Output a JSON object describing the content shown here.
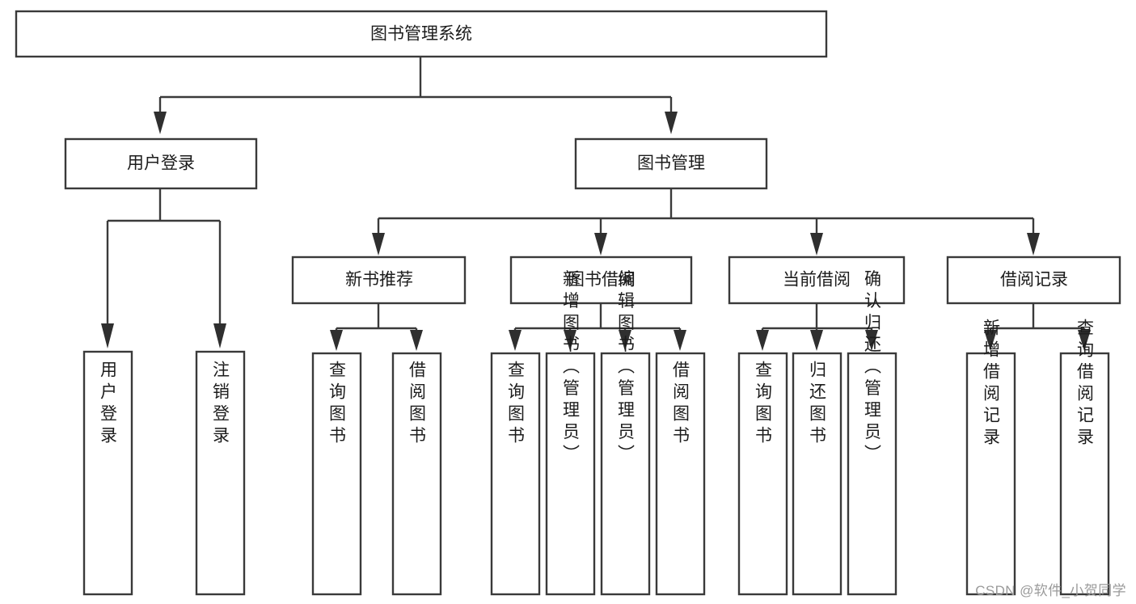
{
  "diagram": {
    "type": "tree",
    "title": "图书管理系统",
    "root": {
      "id": "root",
      "label": "图书管理系统"
    },
    "level2": [
      {
        "id": "user-login",
        "label": "用户登录"
      },
      {
        "id": "book-manage",
        "label": "图书管理"
      }
    ],
    "level3": [
      {
        "id": "new-book-recommend",
        "label": "新书推荐"
      },
      {
        "id": "book-borrow",
        "label": "图书借阅"
      },
      {
        "id": "current-borrow",
        "label": "当前借阅"
      },
      {
        "id": "borrow-record",
        "label": "借阅记录"
      }
    ],
    "leaves": {
      "user_login": [
        {
          "id": "leaf-user-login",
          "label": "用户登录"
        },
        {
          "id": "leaf-logout-login",
          "label": "注销登录"
        }
      ],
      "new_book_recommend": [
        {
          "id": "leaf-query-book-1",
          "label": "查询图书"
        },
        {
          "id": "leaf-borrow-book-1",
          "label": "借阅图书"
        }
      ],
      "book_borrow": [
        {
          "id": "leaf-query-book-2",
          "label": "查询图书"
        },
        {
          "id": "leaf-add-book",
          "label": "新增图书（管理员）"
        },
        {
          "id": "leaf-edit-book",
          "label": "编辑图书（管理员）"
        },
        {
          "id": "leaf-borrow-book-2",
          "label": "借阅图书"
        }
      ],
      "current_borrow": [
        {
          "id": "leaf-query-book-3",
          "label": "查询图书"
        },
        {
          "id": "leaf-return-book",
          "label": "归还图书"
        },
        {
          "id": "leaf-confirm-return",
          "label": "确认归还（管理员）"
        }
      ],
      "borrow_record": [
        {
          "id": "leaf-add-record",
          "label": "新增借阅记录"
        },
        {
          "id": "leaf-query-record",
          "label": "查询借阅记录"
        }
      ]
    }
  },
  "watermark": {
    "text": "CSDN @软件_小贺同学"
  },
  "colors": {
    "background": "#ffffff",
    "box_stroke": "#3a3a3a",
    "text": "#1c1c1c",
    "watermark": "#9a9a9a"
  }
}
